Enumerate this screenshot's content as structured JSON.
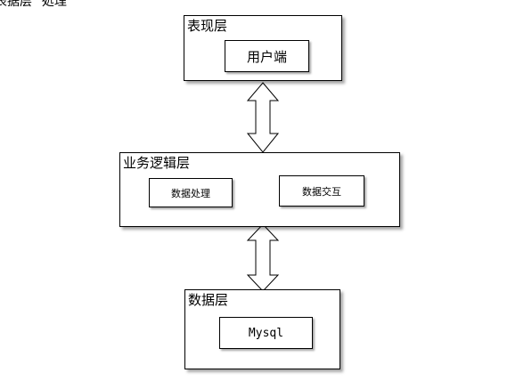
{
  "caption": "表据层 \"処理\"",
  "layers": {
    "presentation": {
      "title": "表现层",
      "items": [
        "用户端"
      ]
    },
    "logic": {
      "title": "业务逻辑层",
      "items": [
        "数据处理",
        "数据交互"
      ]
    },
    "data": {
      "title": "数据层",
      "items": [
        "Mysql"
      ]
    }
  },
  "connectors": [
    {
      "from": "presentation",
      "to": "logic",
      "style": "double-headed hollow arrow"
    },
    {
      "from": "logic",
      "to": "data",
      "style": "double-headed hollow arrow"
    }
  ]
}
